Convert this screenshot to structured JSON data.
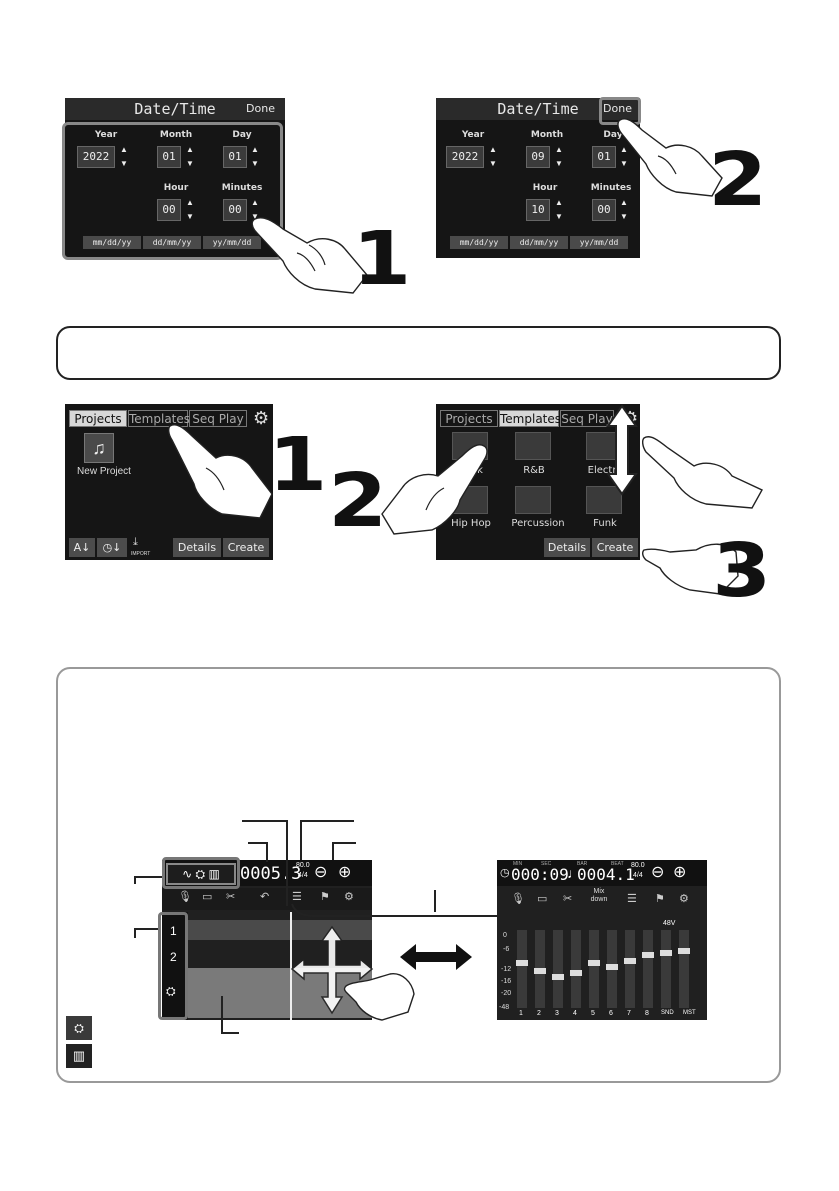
{
  "datetime_screen1": {
    "title": "Date/Time",
    "done_label": "Done",
    "year_label": "Year",
    "month_label": "Month",
    "day_label": "Day",
    "hour_label": "Hour",
    "minutes_label": "Minutes",
    "year_value": "2022",
    "month_value": "01",
    "day_value": "01",
    "hour_value": "00",
    "minutes_value": "00",
    "formats": [
      "mm/dd/yy",
      "dd/mm/yy",
      "yy/mm/dd"
    ]
  },
  "datetime_screen2": {
    "title": "Date/Time",
    "done_label": "Done",
    "year_label": "Year",
    "month_label": "Month",
    "day_label": "Day",
    "hour_label": "Hour",
    "minutes_label": "Minutes",
    "year_value": "2022",
    "month_value": "09",
    "day_value": "01",
    "hour_value": "10",
    "minutes_value": "00",
    "formats": [
      "mm/dd/yy",
      "dd/mm/yy",
      "yy/mm/dd"
    ]
  },
  "steps": {
    "s1a": "1",
    "s2a": "2",
    "s1b": "1",
    "s2b": "2",
    "s3b": "3"
  },
  "project_screen1": {
    "tabs": [
      "Projects",
      "Templates",
      "Seq Play"
    ],
    "new_project_label": "New Project",
    "import_label": "IMPORT",
    "details_label": "Details",
    "create_label": "Create"
  },
  "project_screen2": {
    "tabs": [
      "Projects",
      "Templates",
      "Seq Play"
    ],
    "templates": [
      "Rock",
      "R&B",
      "Electro",
      "Hip Hop",
      "Percussion",
      "Funk"
    ],
    "details_label": "Details",
    "create_label": "Create"
  },
  "track_screen": {
    "counter": "0005.3",
    "tempo": "80.0",
    "time_sig": "4/4",
    "track_numbers": [
      "1",
      "2"
    ]
  },
  "mixer_screen": {
    "time_min": "MIN",
    "time_sec": "SEC",
    "time": "000:09",
    "bar_label": "BAR",
    "beat_label": "BEAT",
    "bar": "0004.1",
    "tempo": "80.0",
    "time_sig": "4/4",
    "mixdown_label": "Mix down",
    "phantom_label": "48V",
    "db_scale": [
      "0",
      "-6",
      "-12",
      "-16",
      "-20",
      "-48"
    ],
    "channels": [
      "1",
      "2",
      "3",
      "4",
      "5",
      "6",
      "7",
      "8",
      "SND",
      "MST"
    ]
  }
}
